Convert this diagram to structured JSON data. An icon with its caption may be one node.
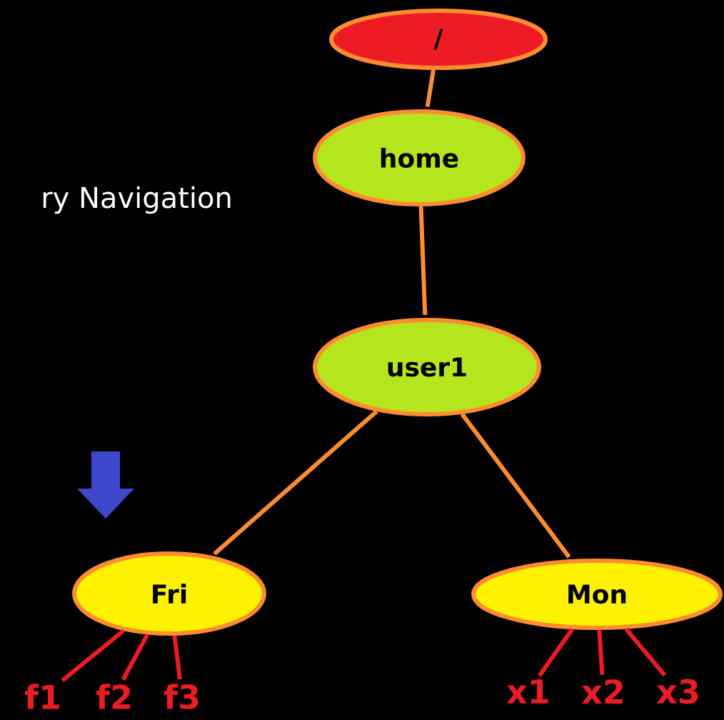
{
  "diagram": {
    "nodes": [
      {
        "text": [
          "/"
        ]
      },
      {
        "text": [
          "home"
        ]
      },
      {
        "text": [
          "user1"
        ]
      },
      {
        "text": [
          "Fri"
        ]
      },
      {
        "text": [
          "Mon"
        ]
      },
      {
        "text": [
          "f1"
        ]
      },
      {
        "text": [
          "f2"
        ]
      },
      {
        "text": [
          "f3"
        ]
      },
      {
        "text": [
          "x1"
        ]
      },
      {
        "text": [
          "x2"
        ]
      },
      {
        "text": [
          "x3"
        ]
      }
    ],
    "edges": [
      {
        "from": 0,
        "to": 1,
        "arrow": "none",
        "color": "#ff8c30"
      },
      {
        "from": 1,
        "to": 2,
        "arrow": "none",
        "color": "#ff8c30"
      },
      {
        "from": 2,
        "to": 3,
        "arrow": "none",
        "color": "#ff8c30"
      },
      {
        "from": 2,
        "to": 4,
        "arrow": "none",
        "color": "#ff8c30"
      },
      {
        "from": 3,
        "to": 5,
        "arrow": "none"
      },
      {
        "from": 3,
        "to": 6,
        "arrow": "none"
      },
      {
        "from": 3,
        "to": 7,
        "arrow": "none"
      },
      {
        "from": 4,
        "to": 8,
        "arrow": "none"
      },
      {
        "from": 4,
        "to": 9,
        "arrow": "none"
      },
      {
        "from": 4,
        "to": 10,
        "arrow": "none"
      }
    ],
    "labels": [
      "ry Navigation"
    ]
  }
}
